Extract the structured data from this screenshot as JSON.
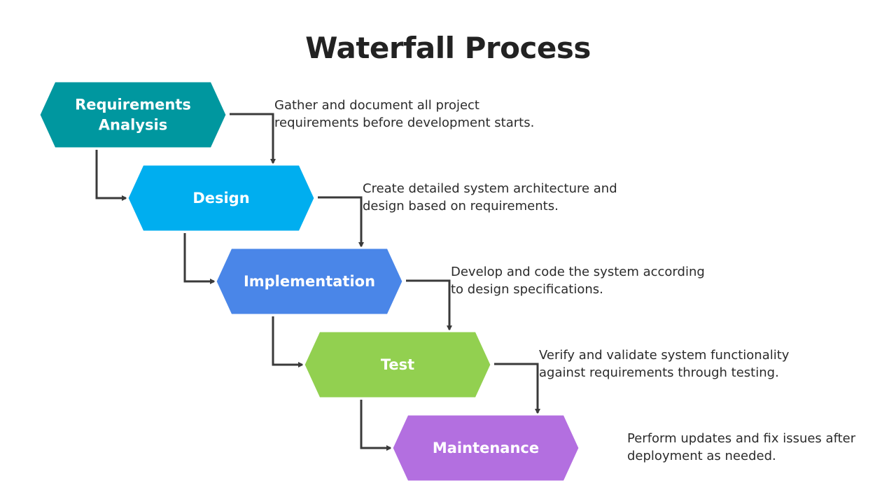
{
  "title": "Waterfall Process",
  "colors": {
    "connector": "#3a3a3a",
    "hex_border": "#ffffff"
  },
  "steps": [
    {
      "label_lines": [
        "Requirements",
        "Analysis"
      ],
      "color": "#00979F",
      "description_lines": [
        "Gather and document all project",
        "requirements before development starts."
      ]
    },
    {
      "label_lines": [
        "Design"
      ],
      "color": "#00AEEF",
      "description_lines": [
        "Create detailed system architecture and",
        "design based on requirements."
      ]
    },
    {
      "label_lines": [
        "Implementation"
      ],
      "color": "#4A86E8",
      "description_lines": [
        "Develop and code the system according",
        "to design specifications."
      ]
    },
    {
      "label_lines": [
        "Test"
      ],
      "color": "#92D050",
      "description_lines": [
        "Verify and validate system functionality",
        "against requirements through testing."
      ]
    },
    {
      "label_lines": [
        "Maintenance"
      ],
      "color": "#B36FE0",
      "description_lines": [
        "Perform updates and fix issues after",
        "deployment as needed."
      ]
    }
  ]
}
